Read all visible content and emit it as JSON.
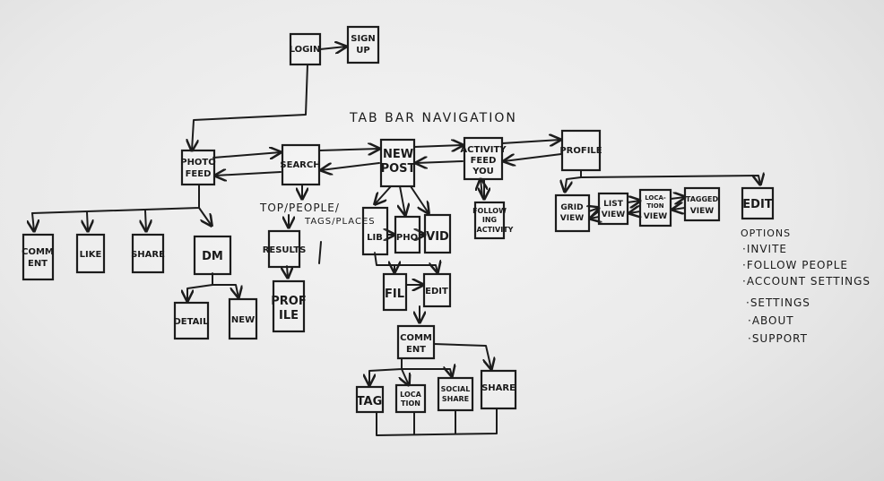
{
  "title": "TAB BAR NAVIGATION",
  "nodes": {
    "login": "LOGIN",
    "signup": [
      "SIGN",
      "UP"
    ],
    "photo_feed": [
      "PHOTO",
      "FEED"
    ],
    "search": "SEARCH",
    "new_post": [
      "NEW",
      "POST"
    ],
    "activity_feed": [
      "ACTIVITY",
      "FEED",
      "YOU"
    ],
    "profile": "PROFILE",
    "comment": [
      "COMM",
      "ENT"
    ],
    "like": "LIKE",
    "share": "SHARE",
    "dm": "DM",
    "detail": "DETAIL",
    "new": "NEW",
    "search_note": [
      "TOP/PEOPLE/",
      "TAGS/PLACES"
    ],
    "results": "RESULTS",
    "result_profile": [
      "PROF",
      "ILE"
    ],
    "lib": "LIB",
    "pho": "PHO",
    "vid": "VID",
    "fil": "FIL",
    "edit_post": "EDIT",
    "post_comment": [
      "COMM",
      "ENT"
    ],
    "tag": "TAG",
    "location": [
      "LOCA",
      "TION"
    ],
    "social_share": [
      "SOCIAL",
      "SHARE"
    ],
    "post_share": "SHARE",
    "following_activity": [
      "FOLLOW",
      "ING",
      "ACTIVITY"
    ],
    "grid_view": [
      "GRID",
      "VIEW"
    ],
    "list_view": [
      "LIST",
      "VIEW"
    ],
    "location_view": [
      "LOCA-",
      "TION",
      "VIEW"
    ],
    "tagged_view": [
      "TAGGED",
      "VIEW"
    ],
    "edit_profile": "EDIT"
  },
  "options": {
    "heading": "OPTIONS",
    "items": [
      "·INVITE",
      "·FOLLOW PEOPLE",
      "·ACCOUNT SETTINGS",
      "·SETTINGS",
      "·ABOUT",
      "·SUPPORT"
    ]
  }
}
